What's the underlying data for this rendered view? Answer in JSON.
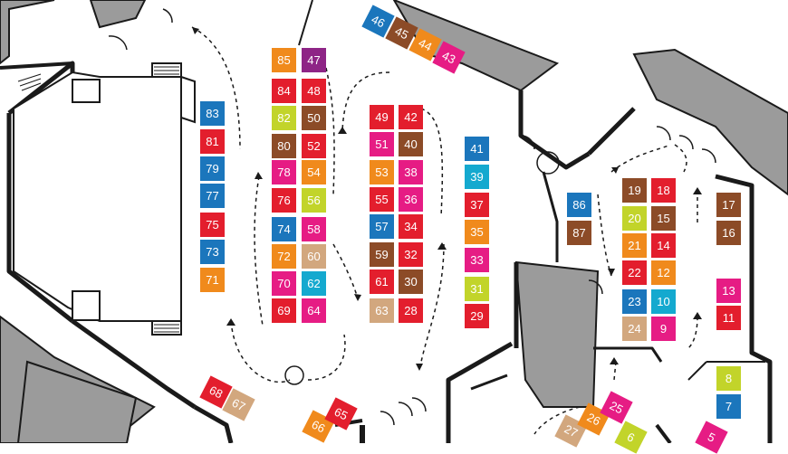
{
  "colors": {
    "red": "#e31e2d",
    "blue": "#1b76bc",
    "cyan": "#14a9cf",
    "orange": "#f08a1c",
    "brown": "#8c4b27",
    "magenta": "#e61c84",
    "lime": "#c2d42a",
    "tan": "#d2a77e",
    "purple": "#8e2586",
    "wall": "#1a1a1a",
    "grey_area": "#9b9b9b"
  },
  "booths": [
    {
      "label": "85",
      "color": "orange"
    },
    {
      "label": "47",
      "color": "purple"
    },
    {
      "label": "84",
      "color": "red"
    },
    {
      "label": "48",
      "color": "red"
    },
    {
      "label": "82",
      "color": "lime"
    },
    {
      "label": "50",
      "color": "brown"
    },
    {
      "label": "80",
      "color": "brown"
    },
    {
      "label": "52",
      "color": "red"
    },
    {
      "label": "78",
      "color": "magenta"
    },
    {
      "label": "54",
      "color": "orange"
    },
    {
      "label": "76",
      "color": "red"
    },
    {
      "label": "56",
      "color": "lime"
    },
    {
      "label": "74",
      "color": "blue"
    },
    {
      "label": "58",
      "color": "magenta"
    },
    {
      "label": "72",
      "color": "orange"
    },
    {
      "label": "60",
      "color": "tan"
    },
    {
      "label": "70",
      "color": "magenta"
    },
    {
      "label": "62",
      "color": "cyan"
    },
    {
      "label": "69",
      "color": "red"
    },
    {
      "label": "64",
      "color": "magenta"
    },
    {
      "label": "83",
      "color": "blue"
    },
    {
      "label": "81",
      "color": "red"
    },
    {
      "label": "79",
      "color": "blue"
    },
    {
      "label": "77",
      "color": "blue"
    },
    {
      "label": "75",
      "color": "red"
    },
    {
      "label": "73",
      "color": "blue"
    },
    {
      "label": "71",
      "color": "orange"
    },
    {
      "label": "49",
      "color": "red"
    },
    {
      "label": "42",
      "color": "red"
    },
    {
      "label": "51",
      "color": "magenta"
    },
    {
      "label": "40",
      "color": "brown"
    },
    {
      "label": "53",
      "color": "orange"
    },
    {
      "label": "38",
      "color": "magenta"
    },
    {
      "label": "55",
      "color": "red"
    },
    {
      "label": "36",
      "color": "magenta"
    },
    {
      "label": "57",
      "color": "blue"
    },
    {
      "label": "34",
      "color": "red"
    },
    {
      "label": "59",
      "color": "brown"
    },
    {
      "label": "32",
      "color": "red"
    },
    {
      "label": "61",
      "color": "red"
    },
    {
      "label": "30",
      "color": "brown"
    },
    {
      "label": "63",
      "color": "tan"
    },
    {
      "label": "28",
      "color": "red"
    },
    {
      "label": "41",
      "color": "blue"
    },
    {
      "label": "39",
      "color": "cyan"
    },
    {
      "label": "37",
      "color": "red"
    },
    {
      "label": "35",
      "color": "orange"
    },
    {
      "label": "33",
      "color": "magenta"
    },
    {
      "label": "31",
      "color": "lime"
    },
    {
      "label": "29",
      "color": "red"
    },
    {
      "label": "86",
      "color": "blue"
    },
    {
      "label": "87",
      "color": "brown"
    },
    {
      "label": "19",
      "color": "brown"
    },
    {
      "label": "18",
      "color": "red"
    },
    {
      "label": "20",
      "color": "lime"
    },
    {
      "label": "15",
      "color": "brown"
    },
    {
      "label": "21",
      "color": "orange"
    },
    {
      "label": "14",
      "color": "red"
    },
    {
      "label": "22",
      "color": "red"
    },
    {
      "label": "12",
      "color": "orange"
    },
    {
      "label": "23",
      "color": "blue"
    },
    {
      "label": "10",
      "color": "cyan"
    },
    {
      "label": "24",
      "color": "tan"
    },
    {
      "label": "9",
      "color": "magenta"
    },
    {
      "label": "17",
      "color": "brown"
    },
    {
      "label": "16",
      "color": "brown"
    },
    {
      "label": "13",
      "color": "magenta"
    },
    {
      "label": "11",
      "color": "red"
    },
    {
      "label": "8",
      "color": "lime"
    },
    {
      "label": "7",
      "color": "blue"
    },
    {
      "label": "46",
      "color": "blue"
    },
    {
      "label": "45",
      "color": "brown"
    },
    {
      "label": "44",
      "color": "orange"
    },
    {
      "label": "43",
      "color": "magenta"
    },
    {
      "label": "68",
      "color": "red"
    },
    {
      "label": "67",
      "color": "tan"
    },
    {
      "label": "66",
      "color": "orange"
    },
    {
      "label": "65",
      "color": "red"
    },
    {
      "label": "27",
      "color": "tan"
    },
    {
      "label": "26",
      "color": "orange"
    },
    {
      "label": "25",
      "color": "magenta"
    },
    {
      "label": "6",
      "color": "lime"
    },
    {
      "label": "5",
      "color": "magenta"
    }
  ]
}
